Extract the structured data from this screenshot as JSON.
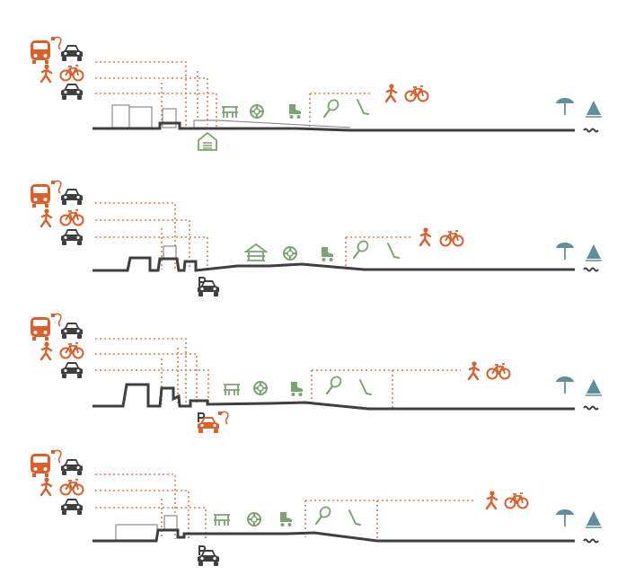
{
  "colors": {
    "ground": "#3f3f3f",
    "transit": "#d9602c",
    "dotted": "#e07b4a",
    "recreation": "#79a46f",
    "water": "#5d8f9c",
    "thin_structure": "#8a8a8a",
    "structure_fill": "#ffffff"
  },
  "icon_set": [
    "bus-icon",
    "car-icon",
    "pedestrian-icon",
    "bicycle-icon",
    "picnic-table-icon",
    "lifebuoy-icon",
    "roller-skate-icon",
    "tennis-racket-icon",
    "hockey-stick-icon",
    "beach-umbrella-icon",
    "sailboat-icon",
    "water-wave-icon",
    "parking-sign-icon",
    "ev-plug-icon",
    "pavilion-icon",
    "shelter-icon"
  ],
  "sections": [
    {
      "id": "section-1",
      "parking_variant": "shelter-below-grade"
    },
    {
      "id": "section-2",
      "parking_variant": "car-parking-under-deck"
    },
    {
      "id": "section-3",
      "parking_variant": "electric-car-parking"
    },
    {
      "id": "section-4",
      "parking_variant": "car-parking-under-deck"
    }
  ]
}
